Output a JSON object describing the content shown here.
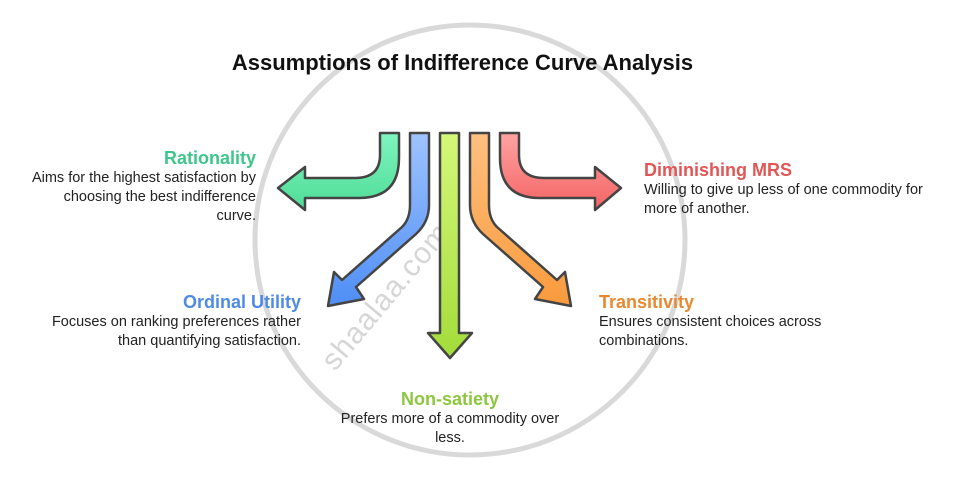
{
  "title": "Assumptions of Indifference Curve Analysis",
  "watermark": "shaalaa.com",
  "colors": {
    "rationality": "#3fc68a",
    "ordinal_utility": "#4f8be6",
    "non_satiety": "#8dc63f",
    "transitivity": "#e8892f",
    "diminishing_mrs": "#e25656",
    "outline": "#444444",
    "watermark": "#d6d6d6"
  },
  "items": {
    "rationality": {
      "heading": "Rationality",
      "description_lines": [
        "Aims for the highest satisfaction by",
        "choosing the best indifference",
        "curve."
      ]
    },
    "ordinal_utility": {
      "heading": "Ordinal Utility",
      "description_lines": [
        "Focuses on ranking preferences rather",
        "than quantifying satisfaction."
      ]
    },
    "non_satiety": {
      "heading": "Non-satiety",
      "description_lines": [
        "Prefers more of a commodity over",
        "less."
      ]
    },
    "transitivity": {
      "heading": "Transitivity",
      "description_lines": [
        "Ensures consistent choices across",
        "combinations."
      ]
    },
    "diminishing_mrs": {
      "heading": "Diminishing MRS",
      "description_lines": [
        "Willing to give up less of one commodity for",
        "more of another."
      ]
    }
  }
}
